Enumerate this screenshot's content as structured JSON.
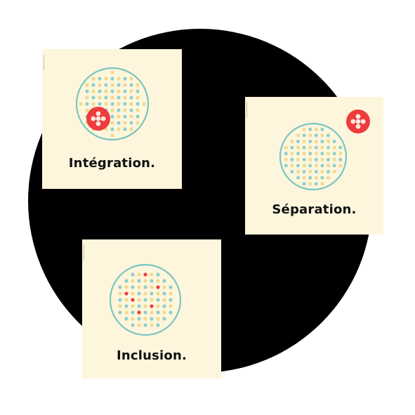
{
  "colors": {
    "background": "#ffffff",
    "circle": "#000000",
    "card": "#fdf6dc",
    "ring": "#79c6c0",
    "dot_teal": "#8fd0ca",
    "dot_yellow": "#f1d98f",
    "accent_red": "#ee3b3b"
  },
  "cards": {
    "integration": {
      "label": "Intégration."
    },
    "separation": {
      "label": "Séparation."
    },
    "inclusion": {
      "label": "Inclusion."
    }
  }
}
